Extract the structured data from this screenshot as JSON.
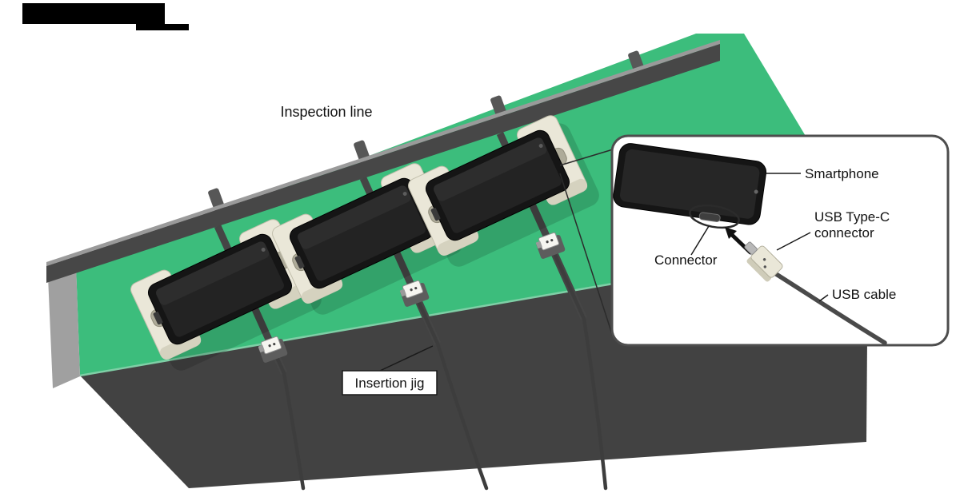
{
  "diagram": {
    "labels": {
      "inspection_line": "Inspection line",
      "insertion_jig": "Insertion jig"
    },
    "callout": {
      "smartphone": "Smartphone",
      "usb_type_c_line1": "USB Type-C",
      "usb_type_c_line2": "connector",
      "connector": "Connector",
      "usb_cable": "USB cable"
    },
    "colors": {
      "belt_green": "#3cbd7c",
      "conveyor_face": "#424242",
      "rail_gray": "#474747",
      "jig_cream": "#eae7d8",
      "phone_black": "#151515",
      "callout_border": "#4d4d4d"
    }
  }
}
